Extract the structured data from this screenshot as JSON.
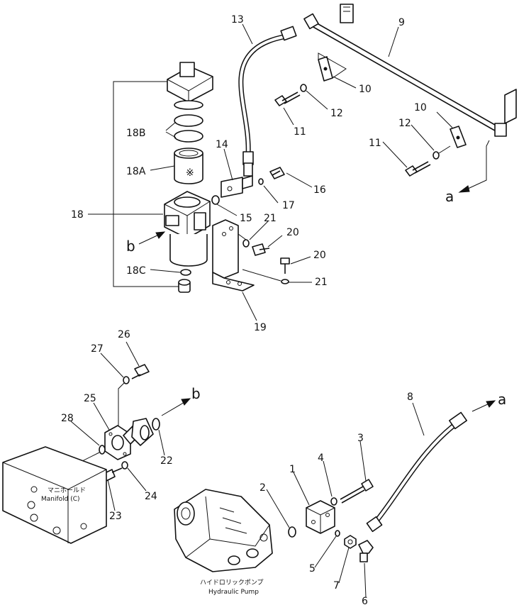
{
  "labels": {
    "p1": "1",
    "p2": "2",
    "p3": "3",
    "p4": "4",
    "p5": "5",
    "p6": "6",
    "p7": "7",
    "p8": "8",
    "p9": "9",
    "p10a": "10",
    "p10b": "10",
    "p11a": "11",
    "p11b": "11",
    "p12a": "12",
    "p12b": "12",
    "p13": "13",
    "p14": "14",
    "p15": "15",
    "p16": "16",
    "p17": "17",
    "p18": "18",
    "p18a": "18A",
    "p18b": "18B",
    "p18c": "18C",
    "p19": "19",
    "p20a": "20",
    "p20b": "20",
    "p21a": "21",
    "p21b": "21",
    "p22": "22",
    "p23": "23",
    "p24": "24",
    "p25": "25",
    "p26": "26",
    "p27": "27",
    "p28": "28"
  },
  "refs": {
    "a1": "a",
    "a2": "a",
    "b1": "b",
    "b2": "b"
  },
  "captions": {
    "manifold_jp": "マニホールド",
    "manifold_en": "Manifold (C)",
    "pump_jp": "ハイドロリックポンプ",
    "pump_en": "Hydraulic Pump"
  },
  "filter_mark": "※"
}
